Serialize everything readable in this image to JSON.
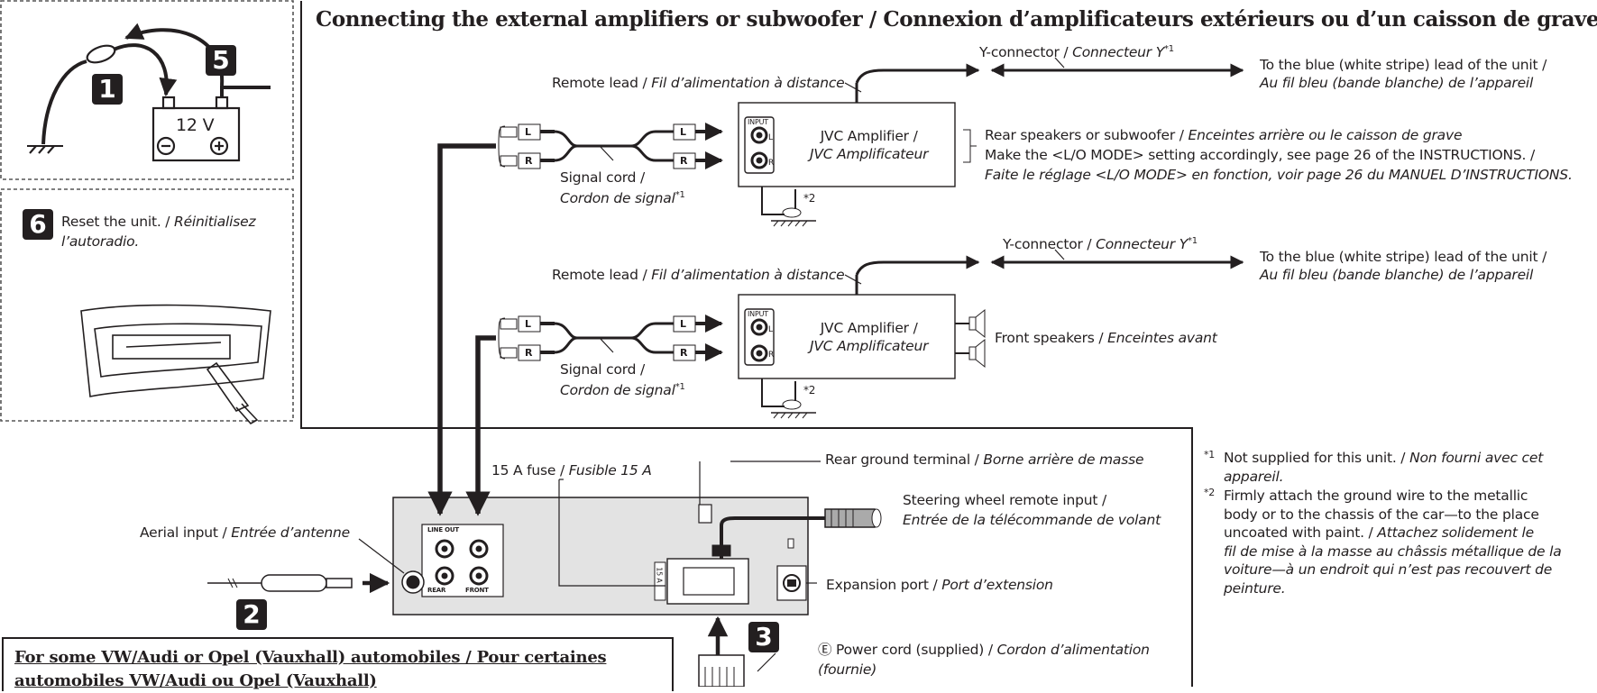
{
  "title": "Connecting the external amplifiers or subwoofer / Connexion d’amplificateurs extérieurs ou d’un caisson de grave",
  "top_section": {
    "y_connector": {
      "en": "Y-connector / ",
      "fr": "Connecteur Y",
      "mark": "*1"
    },
    "blue_lead": {
      "en": "To the blue (white stripe) lead of the unit / ",
      "fr": "Au fil bleu (bande blanche) de l’appareil"
    },
    "remote_lead": {
      "en": "Remote lead / ",
      "fr": "Fil d’alimentation à distance"
    },
    "amp": {
      "en": "JVC Amplifier /",
      "fr": "JVC Amplificateur"
    },
    "signal_cord": {
      "en": "Signal cord /",
      "fr": "Cordon de signal",
      "mark": "*1"
    },
    "rear_speakers": {
      "en": "Rear speakers or subwoofer / ",
      "fr": "Enceintes arrière ou le caisson de grave"
    },
    "lo_mode_en": "Make the <L/O MODE> setting accordingly, see page 26 of the INSTRUCTIONS. /",
    "lo_mode_fr": "Faite le réglage <L/O MODE> en fonction, voir page 26 du MANUEL D’INSTRUCTIONS.",
    "ground_mark": "*2",
    "input_label": "INPUT",
    "plug_l": "L",
    "plug_r": "R"
  },
  "bottom_section": {
    "y_connector": {
      "en": "Y-connector / ",
      "fr": "Connecteur Y",
      "mark": "*1"
    },
    "blue_lead": {
      "en": "To the blue (white stripe) lead of the unit / ",
      "fr": "Au fil bleu (bande blanche) de l’appareil"
    },
    "remote_lead": {
      "en": "Remote lead / ",
      "fr": "Fil d’alimentation à distance"
    },
    "amp": {
      "en": "JVC Amplifier /",
      "fr": "JVC Amplificateur"
    },
    "signal_cord": {
      "en": "Signal cord /",
      "fr": "Cordon de signal",
      "mark": "*1"
    },
    "front_speakers": {
      "en": "Front speakers / ",
      "fr": "Enceintes avant"
    },
    "ground_mark": "*2",
    "input_label": "INPUT"
  },
  "unit": {
    "fuse": {
      "en": "15 A fuse / ",
      "fr": "Fusible 15 A"
    },
    "rear_ground": {
      "en": "Rear ground terminal / ",
      "fr": "Borne arrière de masse"
    },
    "steering_en": "Steering wheel remote input /",
    "steering_fr": "Entrée de la télécommande de volant",
    "aerial": {
      "en": "Aerial input / ",
      "fr": "Entrée d’antenne"
    },
    "expansion": {
      "en": "Expansion port / ",
      "fr": "Port d’extension"
    },
    "power_cord_en": "Ⓔ Power cord (supplied) / ",
    "power_cord_fr1": "Cordon d’alimentation",
    "power_cord_fr2": "(fournie)",
    "line_out": "LINE OUT",
    "rear": "REAR",
    "front": "FRONT",
    "fuse_label": "15 A"
  },
  "left_panel": {
    "battery_label": "12 V",
    "reset_en": "Reset the unit. / ",
    "reset_fr1": "Réinitialisez",
    "reset_fr2": "l’autoradio."
  },
  "badges": {
    "b1": "1",
    "b5": "5",
    "b6": "6",
    "b2": "2",
    "b3": "3"
  },
  "notes": {
    "n1_mark": "*1",
    "n1_en": "Not supplied for this unit. / ",
    "n1_fr1": "Non fourni avec cet",
    "n1_fr2": "appareil.",
    "n2_mark": "*2",
    "n2_en1": "Firmly attach the ground wire to the metallic",
    "n2_en2": "body or to the chassis of the car—to the place",
    "n2_en3": "uncoated with paint. / ",
    "n2_fr1": "Attachez solidement le",
    "n2_fr2": "fil de mise à la masse au châssis métallique de la",
    "n2_fr3": "voiture—à un endroit qui n’est pas recouvert de",
    "n2_fr4": "peinture."
  },
  "vw_box": "For some VW/Audi or Opel (Vauxhall) automobiles / Pour certaines automobiles VW/Audi ou Opel (Vauxhall)"
}
